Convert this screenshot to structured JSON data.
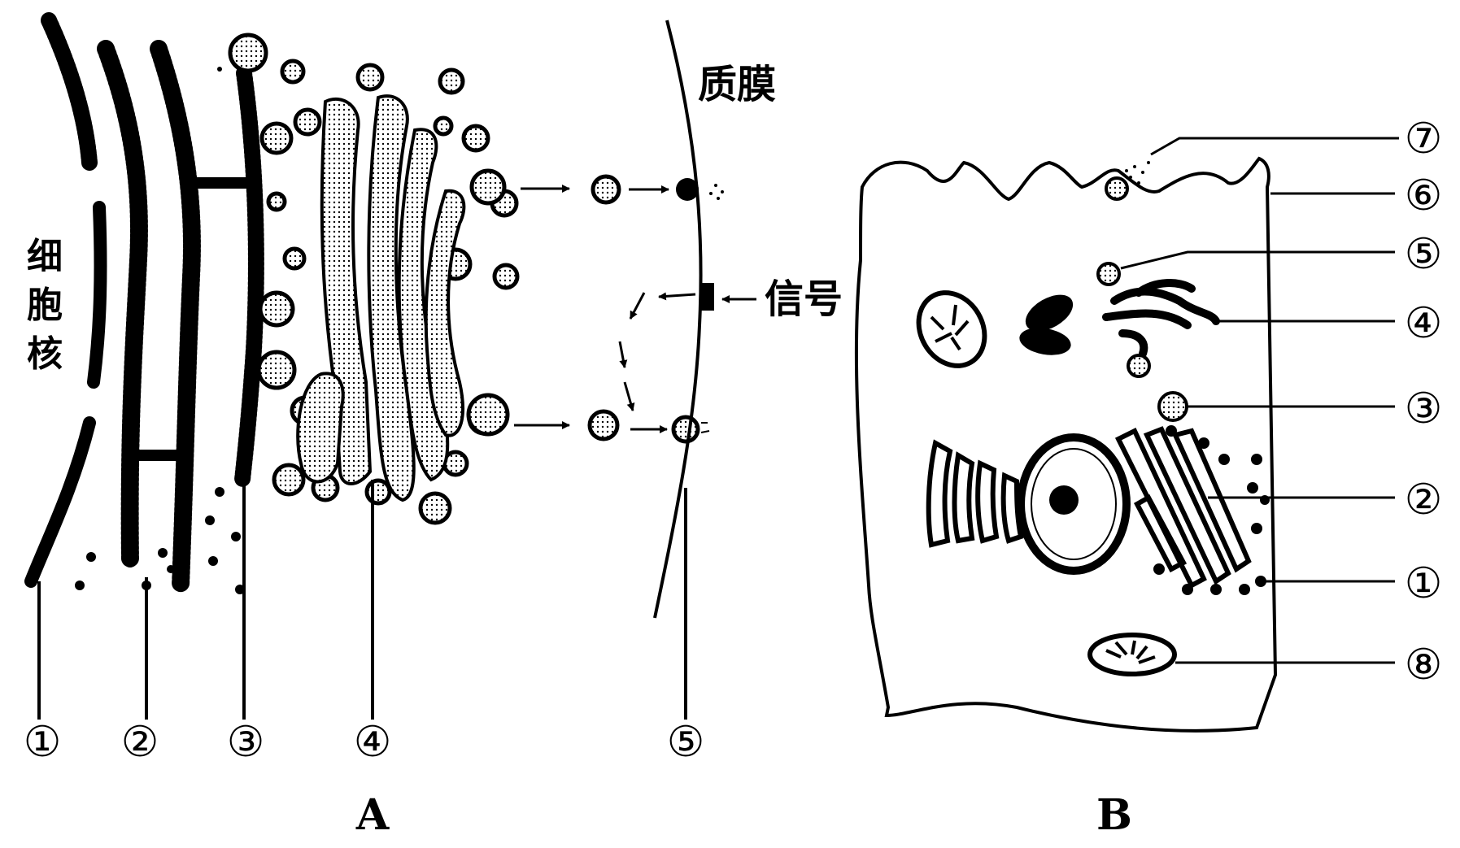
{
  "diagram_a": {
    "nucleus_label": "细胞核",
    "membrane_label": "质膜",
    "signal_label": "信号",
    "bottom_numbers": [
      "①",
      "②",
      "③",
      "④",
      "⑤"
    ],
    "panel_label": "A"
  },
  "diagram_b": {
    "right_numbers": [
      "⑦",
      "⑥",
      "⑤",
      "④",
      "③",
      "②",
      "①",
      "⑧"
    ],
    "panel_label": "B"
  }
}
